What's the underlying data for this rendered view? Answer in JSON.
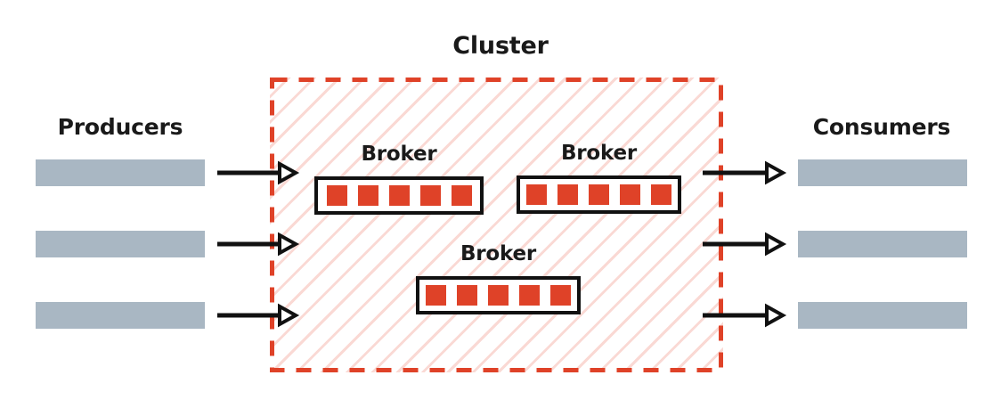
{
  "diagram": {
    "title": "Cluster",
    "background_color": "#ffffff",
    "accent_color": "#df4228",
    "hatch_color": "#fad9d4",
    "bar_color": "#a9b7c3",
    "line_color": "#111111"
  },
  "producers": {
    "label": "Producers",
    "count": 3,
    "items": [
      {
        "name": "producer-bar-1"
      },
      {
        "name": "producer-bar-2"
      },
      {
        "name": "producer-bar-3"
      }
    ]
  },
  "consumers": {
    "label": "Consumers",
    "count": 3,
    "items": [
      {
        "name": "consumer-bar-1"
      },
      {
        "name": "consumer-bar-2"
      },
      {
        "name": "consumer-bar-3"
      }
    ]
  },
  "cluster": {
    "label": "Cluster",
    "border_style": "dashed",
    "border_color": "#df4228",
    "fill_pattern": "diagonal-hatch",
    "brokers": [
      {
        "label": "Broker",
        "partitions": 5,
        "partition_color": "#df4228"
      },
      {
        "label": "Broker",
        "partitions": 5,
        "partition_color": "#df4228"
      },
      {
        "label": "Broker",
        "partitions": 5,
        "partition_color": "#df4228"
      }
    ]
  },
  "arrows": {
    "inbound": [
      {
        "name": "producer-arrow-1"
      },
      {
        "name": "producer-arrow-2"
      },
      {
        "name": "producer-arrow-3"
      }
    ],
    "outbound": [
      {
        "name": "consumer-arrow-1"
      },
      {
        "name": "consumer-arrow-2"
      },
      {
        "name": "consumer-arrow-3"
      }
    ]
  }
}
